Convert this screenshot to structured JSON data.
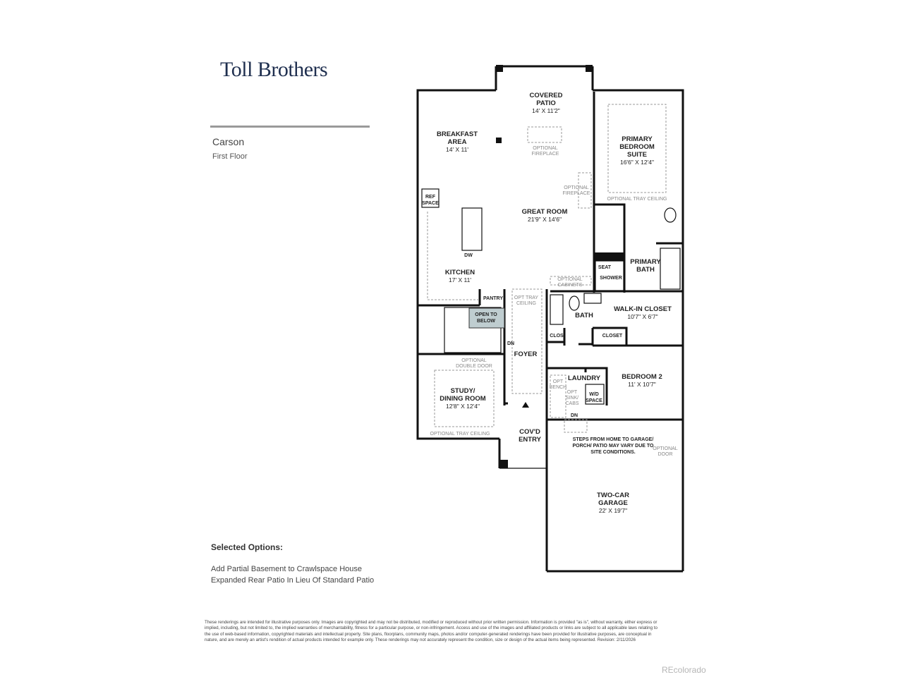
{
  "brand": "Toll Brothers",
  "plan": {
    "name": "Carson",
    "floor": "First Floor"
  },
  "selected_options": {
    "title": "Selected Options:",
    "items": [
      "Add Partial Basement to Crawlspace House",
      "Expanded Rear Patio In Lieu Of Standard Patio"
    ]
  },
  "rooms": {
    "covered_patio": {
      "name1": "COVERED",
      "name2": "PATIO",
      "dims": "14' X 11'2\""
    },
    "breakfast": {
      "name1": "BREAKFAST",
      "name2": "AREA",
      "dims": "14' X 11'"
    },
    "primary_suite": {
      "name1": "PRIMARY",
      "name2": "BEDROOM",
      "name3": "SUITE",
      "dims": "16'6\" X 12'4\""
    },
    "great_room": {
      "name": "GREAT ROOM",
      "dims": "21'9\" X 14'6\""
    },
    "kitchen": {
      "name": "KITCHEN",
      "dims": "17' X 11'"
    },
    "primary_bath": {
      "name1": "PRIMARY",
      "name2": "BATH"
    },
    "walk_in_closet": {
      "name": "WALK-IN CLOSET",
      "dims": "10'7\" X 6'7\""
    },
    "bath": {
      "name": "BATH"
    },
    "foyer": {
      "name": "FOYER"
    },
    "study": {
      "name1": "STUDY/",
      "name2": "DINING ROOM",
      "dims": "12'8\" X 12'4\""
    },
    "laundry": {
      "name": "LAUNDRY"
    },
    "bedroom2": {
      "name": "BEDROOM 2",
      "dims": "11' X 10'7\""
    },
    "covd_entry": {
      "name1": "COV'D",
      "name2": "ENTRY"
    },
    "garage": {
      "name1": "TWO-CAR",
      "name2": "GARAGE",
      "dims": "22' X 19'7\""
    }
  },
  "labels": {
    "optional_fireplace_1a": "OPTIONAL",
    "optional_fireplace_1b": "FIREPLACE",
    "optional_fireplace_2a": "OPTIONAL",
    "optional_fireplace_2b": "FIREPLACE",
    "optional_tray_ceiling_primary": "OPTIONAL TRAY CEILING",
    "ref_space_a": "REF",
    "ref_space_b": "SPACE",
    "dw": "DW",
    "pantry": "PANTRY",
    "opt_tray_ceiling_a": "OPT TRAY",
    "opt_tray_ceiling_b": "CEILING",
    "optional_cabinets_a": "OPTIONAL",
    "optional_cabinets_b": "CABINETS",
    "seat": "SEAT",
    "shower": "SHOWER",
    "open_to_below_a": "OPEN TO",
    "open_to_below_b": "BELOW",
    "dn_stairs": "DN",
    "clos": "CLOS",
    "closet": "CLOSET",
    "optional_double_door_a": "OPTIONAL",
    "optional_double_door_b": "DOUBLE DOOR",
    "opt_bench_a": "OPT",
    "opt_bench_b": "BENCH",
    "opt_sink_a": "OPT",
    "opt_sink_b": "SINK/",
    "opt_sink_c": "CABS",
    "wd_space_a": "W/D",
    "wd_space_b": "SPACE",
    "dn_garage": "DN",
    "optional_tray_ceiling_study": "OPTIONAL TRAY CEILING",
    "steps_note_1": "STEPS FROM HOME TO GARAGE/",
    "steps_note_2": "PORCH/ PATIO MAY VARY DUE TO",
    "steps_note_3": "SITE CONDITIONS.",
    "optional_door_a": "OPTIONAL",
    "optional_door_b": "DOOR"
  },
  "disclaimer": "These renderings are intended for illustrative purposes only. Images are copyrighted and may not be distributed, modified or reproduced without prior written permission. Information is provided \"as is\", without warranty, either express or implied, including, but not limited to, the implied warranties of merchantability, fitness for a particular purpose, or non-infringement. Access and use of the images and affiliated products or links are subject to all applicable laws relating to the use of web-based information, copyrighted materials and intellectual property. Site plans, floorplans, community maps, photos and/or computer-generated renderings have been provided for illustrative purposes, are conceptual in nature, and are merely an artist's rendition of actual products intended for example only. These renderings may not accurately represent the condition, size or design of the actual items being represented. Revision: 2/11/2026",
  "credit": "REcolorado"
}
